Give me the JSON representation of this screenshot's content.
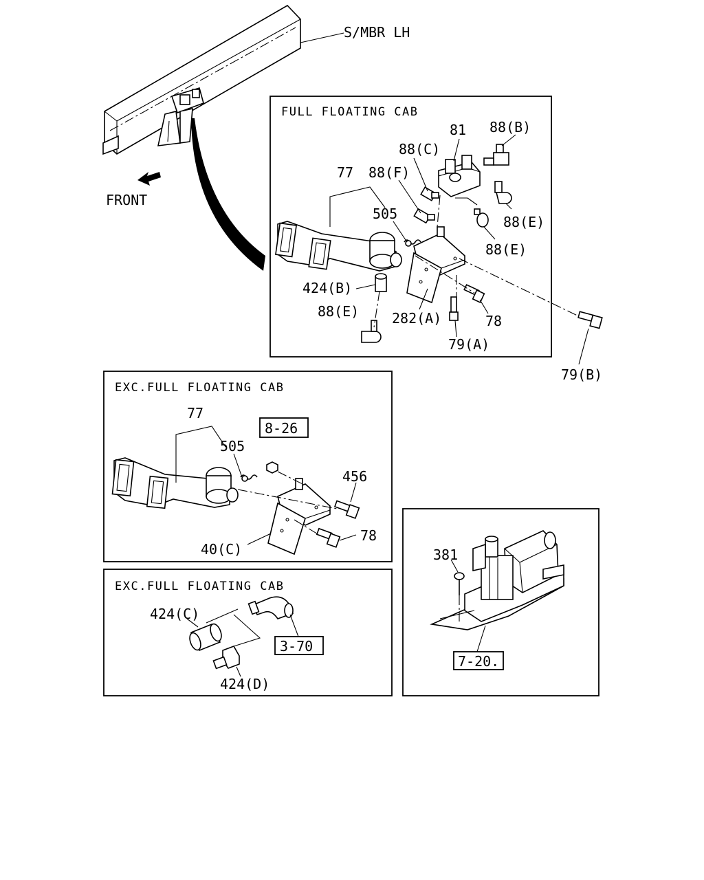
{
  "frame_label": "S/MBR LH",
  "front_label": "FRONT",
  "sections": {
    "full_floating": {
      "title": "FULL FLOATING CAB",
      "labels": {
        "p81": "81",
        "p88b": "88(B)",
        "p88c": "88(C)",
        "p88f": "88(F)",
        "p77": "77",
        "p505": "505",
        "p88e_right": "88(E)",
        "p88e_mid": "88(E)",
        "p424b": "424(B)",
        "p88e_low": "88(E)",
        "p282a": "282(A)",
        "p78": "78",
        "p79a": "79(A)"
      }
    },
    "outside_label": "79(B)",
    "exc_mount": {
      "title": "EXC.FULL FLOATING CAB",
      "labels": {
        "p77": "77",
        "ref_826": "8-26",
        "p505": "505",
        "p456": "456",
        "p40c": "40(C)",
        "p78": "78"
      }
    },
    "exc_fitting": {
      "title": "EXC.FULL FLOATING CAB",
      "labels": {
        "p424c": "424(C)",
        "ref_370": "3-70",
        "p424d": "424(D)"
      }
    },
    "pump": {
      "labels": {
        "p381": "381",
        "ref_720": "7-20."
      }
    }
  }
}
